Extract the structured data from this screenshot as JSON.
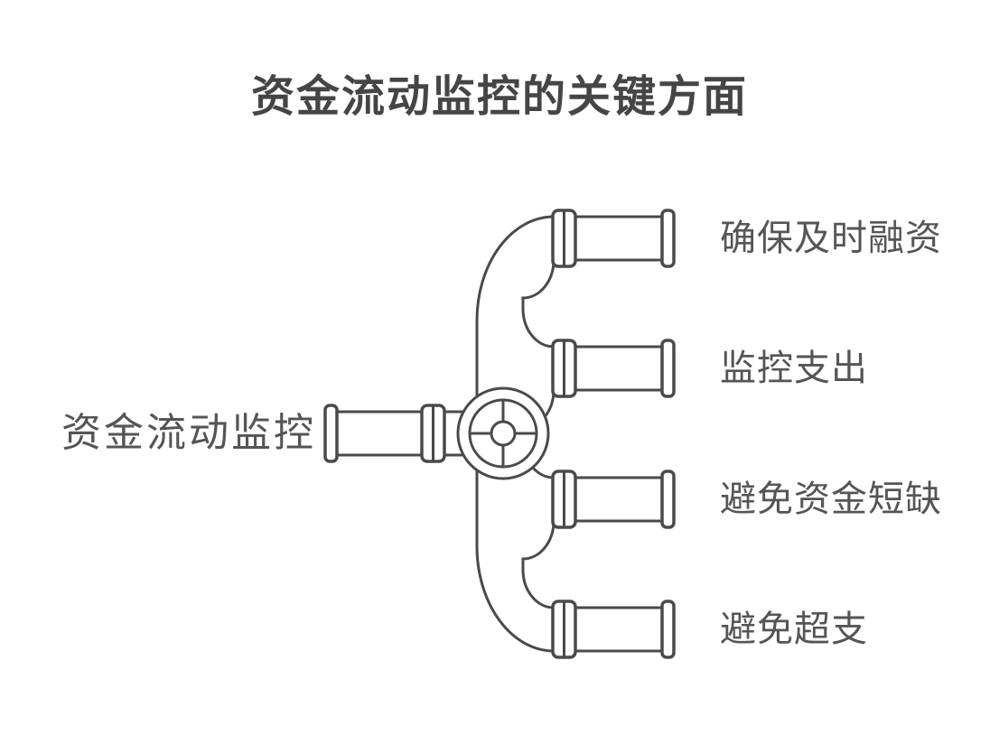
{
  "title": "资金流动监控的关键方面",
  "diagram": {
    "root_label": "资金流动监控",
    "branches": [
      {
        "label": "确保及时融资"
      },
      {
        "label": "监控支出"
      },
      {
        "label": "避免资金短缺"
      },
      {
        "label": "避免超支"
      }
    ]
  },
  "colors": {
    "background": "#ffffff",
    "line": "#4a4a4a",
    "title_text": "#454545",
    "label_text": "#555555",
    "pipe_fill": "#ffffff"
  }
}
